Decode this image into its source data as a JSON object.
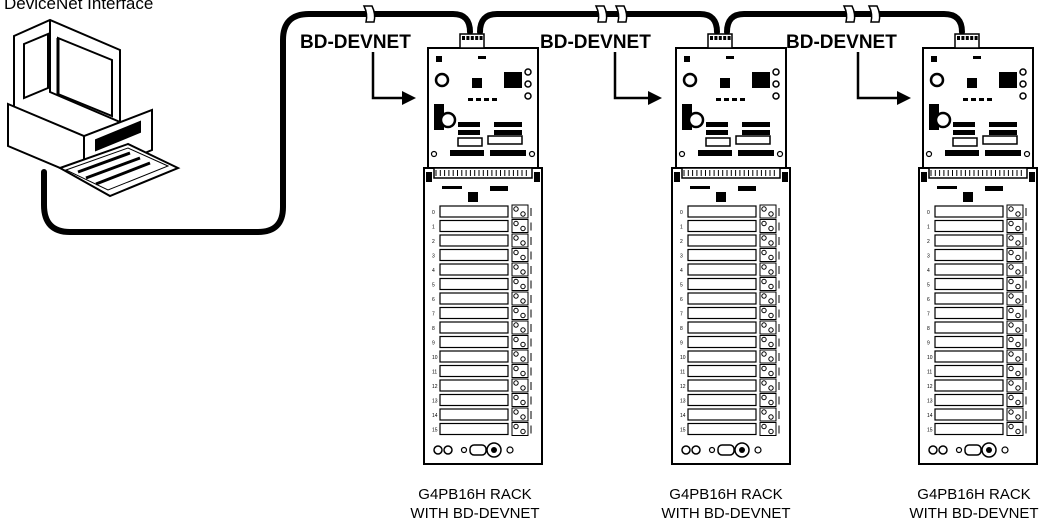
{
  "interface_title": "DeviceNet Interface",
  "network_labels": [
    "BD-DEVNET",
    "BD-DEVNET",
    "BD-DEVNET"
  ],
  "racks": [
    {
      "line1": "G4PB16H RACK",
      "line2": "WITH BD-DEVNET"
    },
    {
      "line1": "G4PB16H RACK",
      "line2": "WITH BD-DEVNET"
    },
    {
      "line1": "G4PB16H RACK",
      "line2": "WITH BD-DEVNET"
    }
  ],
  "module_numbers": [
    "0",
    "1",
    "2",
    "3",
    "4",
    "5",
    "6",
    "7",
    "8",
    "9",
    "10",
    "11",
    "12",
    "13",
    "14",
    "15"
  ],
  "colors": {
    "line": "#000000",
    "background": "#ffffff"
  }
}
